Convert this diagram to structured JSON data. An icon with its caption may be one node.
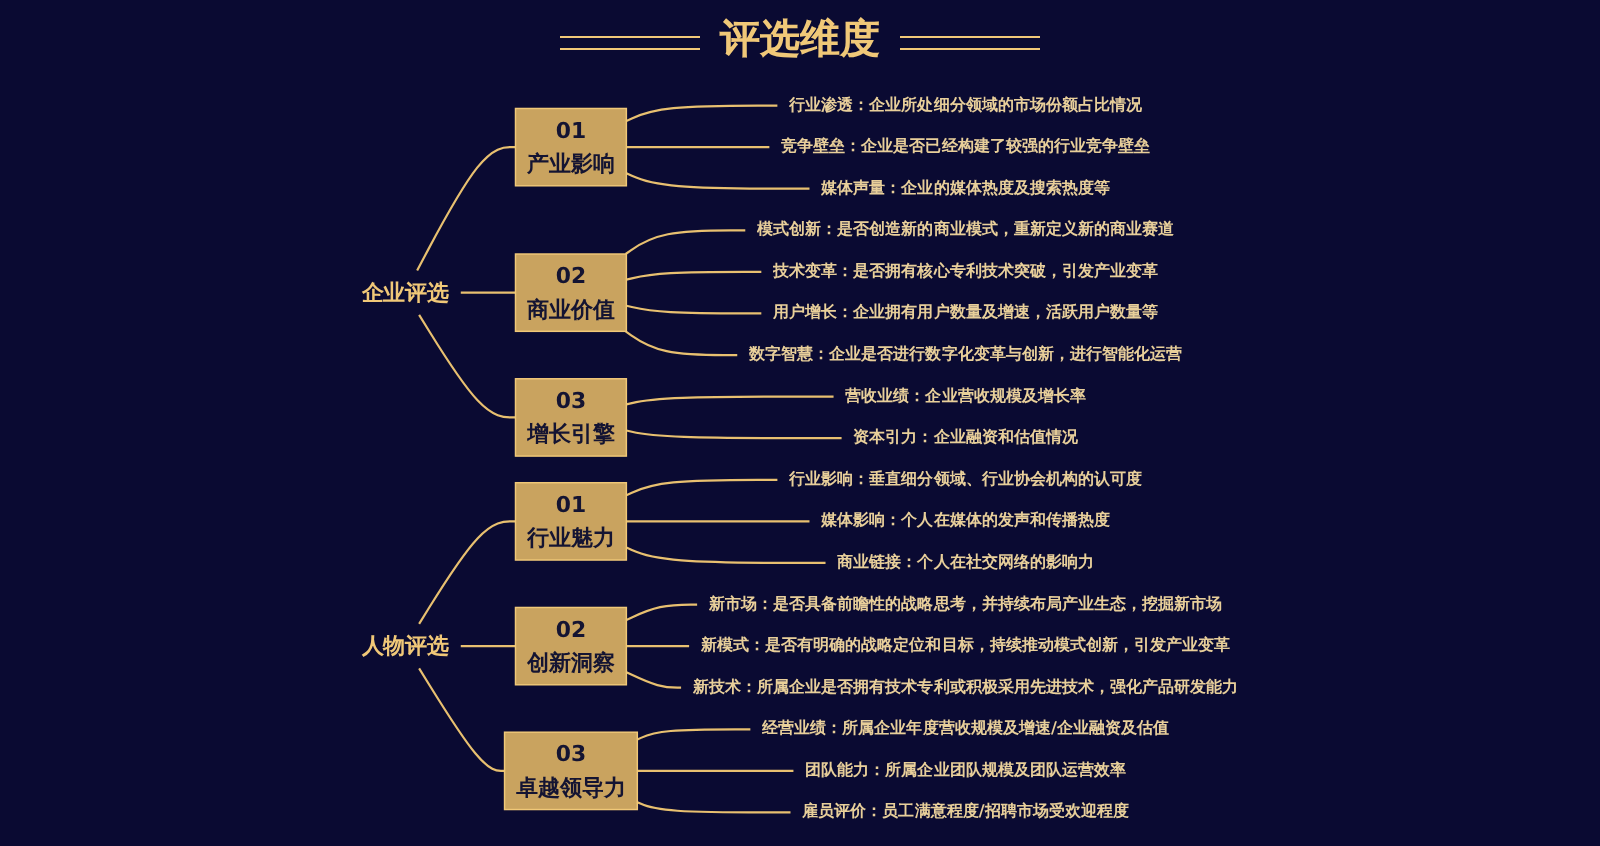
{
  "diagram": {
    "title": "评选维度",
    "nodes": [
      {
        "text": [
          "企业评选"
        ]
      },
      {
        "text": [
          "01",
          "产业影响"
        ]
      },
      {
        "text": [
          "行业渗透：企业所处细分领域的市场份额占比情况"
        ]
      },
      {
        "text": [
          "竞争壁垒：企业是否已经构建了较强的行业竞争壁垒"
        ]
      },
      {
        "text": [
          "媒体声量：企业的媒体热度及搜索热度等"
        ]
      },
      {
        "text": [
          "02",
          "商业价值"
        ]
      },
      {
        "text": [
          "模式创新：是否创造新的商业模式，重新定义新的商业赛道"
        ]
      },
      {
        "text": [
          "技术变革：是否拥有核心专利技术突破，引发产业变革"
        ]
      },
      {
        "text": [
          "用户增长：企业拥有用户数量及增速，活跃用户数量等"
        ]
      },
      {
        "text": [
          "数字智慧：企业是否进行数字化变革与创新，进行智能化运营"
        ]
      },
      {
        "text": [
          "03",
          "增长引擎"
        ]
      },
      {
        "text": [
          "营收业绩：企业营收规模及增长率"
        ]
      },
      {
        "text": [
          "资本引力：企业融资和估值情况"
        ]
      },
      {
        "text": [
          "人物评选"
        ]
      },
      {
        "text": [
          "01",
          "行业魅力"
        ]
      },
      {
        "text": [
          "行业影响：垂直细分领域、行业协会机构的认可度"
        ]
      },
      {
        "text": [
          "媒体影响：个人在媒体的发声和传播热度"
        ]
      },
      {
        "text": [
          "商业链接：个人在社交网络的影响力"
        ]
      },
      {
        "text": [
          "02",
          "创新洞察"
        ]
      },
      {
        "text": [
          "新市场：是否具备前瞻性的战略思考，并持续布局产业生态，挖掘新市场"
        ]
      },
      {
        "text": [
          "新模式：是否有明确的战略定位和目标，持续推动模式创新，引发产业变革"
        ]
      },
      {
        "text": [
          "新技术：所属企业是否拥有技术专利或积极采用先进技术，强化产品研发能力"
        ]
      },
      {
        "text": [
          "03",
          "卓越领导力"
        ]
      },
      {
        "text": [
          "经营业绩：所属企业年度营收规模及增速/企业融资及估值"
        ]
      },
      {
        "text": [
          "团队能力：所属企业团队规模及团队运营效率"
        ]
      },
      {
        "text": [
          "雇员评价：员工满意程度/招聘市场受欢迎程度"
        ]
      }
    ],
    "edges": [
      {
        "from": 0,
        "to": 1,
        "arrow": "none"
      },
      {
        "from": 1,
        "to": 2,
        "arrow": "none"
      },
      {
        "from": 1,
        "to": 3,
        "arrow": "none"
      },
      {
        "from": 1,
        "to": 4,
        "arrow": "none"
      },
      {
        "from": 0,
        "to": 5,
        "arrow": "none"
      },
      {
        "from": 5,
        "to": 6,
        "arrow": "none"
      },
      {
        "from": 5,
        "to": 7,
        "arrow": "none"
      },
      {
        "from": 5,
        "to": 8,
        "arrow": "none"
      },
      {
        "from": 5,
        "to": 9,
        "arrow": "none"
      },
      {
        "from": 0,
        "to": 10,
        "arrow": "none"
      },
      {
        "from": 10,
        "to": 11,
        "arrow": "none"
      },
      {
        "from": 10,
        "to": 12,
        "arrow": "none"
      },
      {
        "from": 13,
        "to": 14,
        "arrow": "none"
      },
      {
        "from": 14,
        "to": 15,
        "arrow": "none"
      },
      {
        "from": 14,
        "to": 16,
        "arrow": "none"
      },
      {
        "from": 14,
        "to": 17,
        "arrow": "none"
      },
      {
        "from": 13,
        "to": 18,
        "arrow": "none"
      },
      {
        "from": 18,
        "to": 19,
        "arrow": "none"
      },
      {
        "from": 18,
        "to": 20,
        "arrow": "none"
      },
      {
        "from": 18,
        "to": 21,
        "arrow": "none"
      },
      {
        "from": 13,
        "to": 22,
        "arrow": "none"
      },
      {
        "from": 22,
        "to": 23,
        "arrow": "none"
      },
      {
        "from": 22,
        "to": 24,
        "arrow": "none"
      },
      {
        "from": 22,
        "to": 25,
        "arrow": "none"
      }
    ]
  }
}
